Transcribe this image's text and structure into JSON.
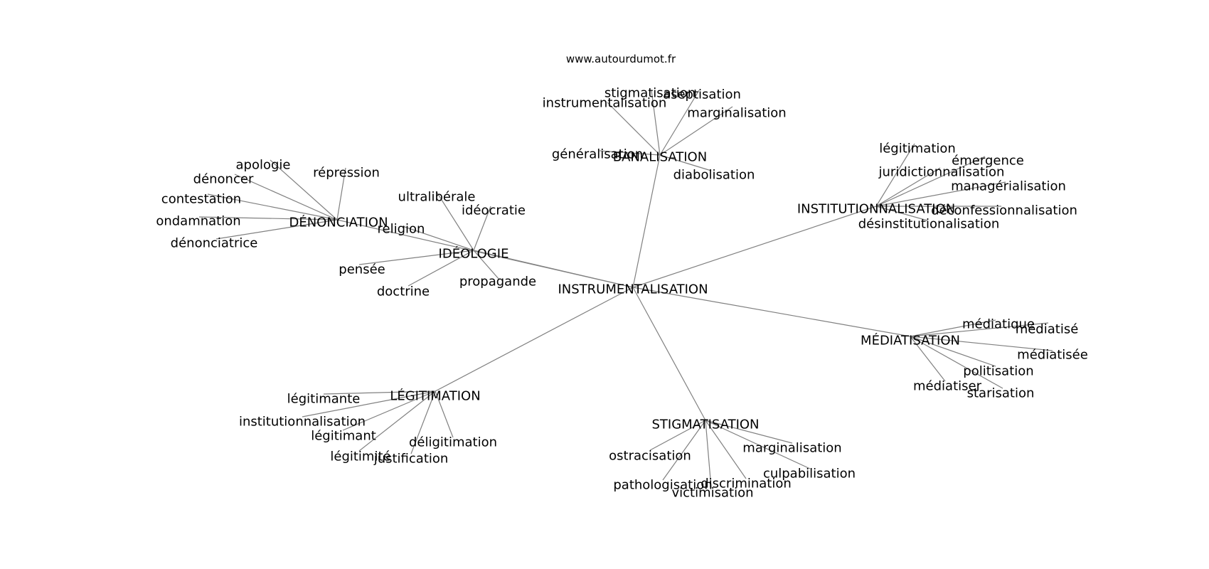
{
  "credit": "www.autourdumot.fr",
  "graph": {
    "center": {
      "id": "center",
      "label": "INSTRUMENTALISATION"
    },
    "hubs": [
      {
        "id": "banalisation",
        "label": "BANALISATION",
        "leaves": [
          "stigmatisation",
          "aseptisation",
          "instrumentalisation",
          "marginalisation",
          "généralisation",
          "diabolisation"
        ]
      },
      {
        "id": "institutionnalisation",
        "label": "INSTITUTIONNALISATION",
        "leaves": [
          "légitimation",
          "émergence",
          "juridictionnalisation",
          "managérialisation",
          "déconfessionnalisation",
          "désinstitutionalisation"
        ]
      },
      {
        "id": "ideologie",
        "label": "IDÉOLOGIE",
        "leaves": [
          "ultralibérale",
          "idéocratie",
          "religion",
          "pensée",
          "doctrine",
          "propagande"
        ]
      },
      {
        "id": "denonciation",
        "label": "DÉNONCIATION",
        "leaves": [
          "apologie",
          "dénoncer",
          "répression",
          "contestation",
          "ondamnation",
          "dénonciatrice"
        ]
      },
      {
        "id": "mediatisation",
        "label": "MÉDIATISATION",
        "leaves": [
          "médiatique",
          "médiatisé",
          "médiatisée",
          "politisation",
          "médiatiser",
          "starisation"
        ]
      },
      {
        "id": "legitimation",
        "label": "LÉGITIMATION",
        "leaves": [
          "légitimante",
          "institutionnalisation",
          "légitimant",
          "déligitimation",
          "légitimité",
          "justification"
        ]
      },
      {
        "id": "stigmatisation",
        "label": "STIGMATISATION",
        "leaves": [
          "ostracisation",
          "marginalisation",
          "culpabilisation",
          "pathologisation",
          "discrimination",
          "victimisation"
        ]
      }
    ]
  }
}
